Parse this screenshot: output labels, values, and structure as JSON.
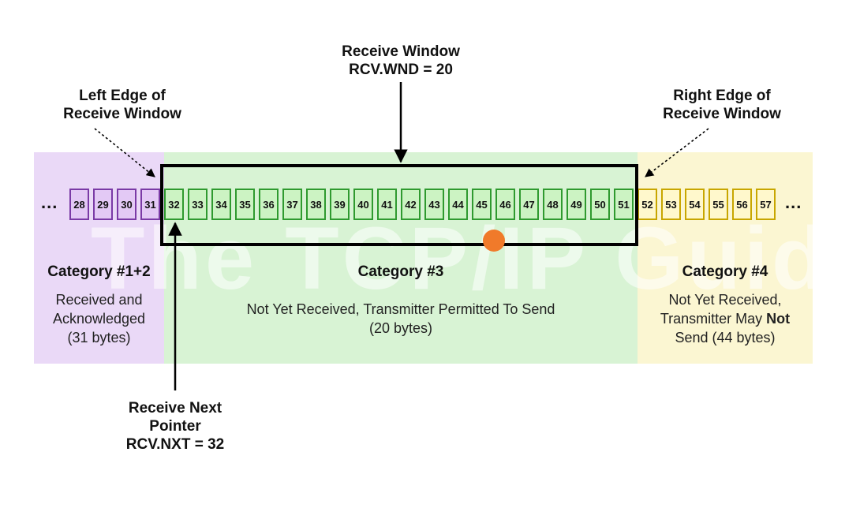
{
  "watermark": "The TCP/IP Guide",
  "receive_window": {
    "title": "Receive Window",
    "value": "RCV.WND = 20"
  },
  "left_edge": {
    "line1": "Left Edge of",
    "line2": "Receive Window"
  },
  "right_edge": {
    "line1": "Right Edge of",
    "line2": "Receive Window"
  },
  "next_pointer": {
    "line1": "Receive Next",
    "line2": "Pointer",
    "line3": "RCV.NXT = 32"
  },
  "ellipsis": "...",
  "bytes": {
    "purple": [
      "28",
      "29",
      "30",
      "31"
    ],
    "green": [
      "32",
      "33",
      "34",
      "35",
      "36",
      "37",
      "38",
      "39",
      "40",
      "41",
      "42",
      "43",
      "44",
      "45",
      "46",
      "47",
      "48",
      "49",
      "50",
      "51"
    ],
    "yellow": [
      "52",
      "53",
      "54",
      "55",
      "56",
      "57"
    ]
  },
  "categories": {
    "cat12": {
      "title": "Category #1+2",
      "line1": "Received and",
      "line2": "Acknowledged",
      "line3": "(31 bytes)"
    },
    "cat3": {
      "title": "Category #3",
      "line1": "Not Yet Received, Transmitter Permitted To Send",
      "line2": "(20 bytes)"
    },
    "cat4": {
      "title": "Category #4",
      "line1": "Not Yet Received,",
      "line2a": "Transmitter May ",
      "line2b": "Not",
      "line3": "Send (44 bytes)"
    }
  },
  "colors": {
    "purple_region": "#ead9f7",
    "green_region": "#d8f3d4",
    "yellow_region": "#fbf6d2",
    "cursor": "#f07a2a"
  }
}
